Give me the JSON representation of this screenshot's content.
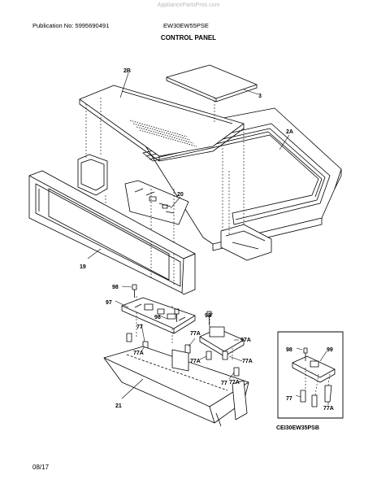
{
  "watermark": "AppliancePartsPros.com",
  "header": {
    "publication": "Publication No: 5995690491",
    "model": "EW30EW55PSE",
    "title": "CONTROL PANEL"
  },
  "callouts": {
    "part_2b": "2B",
    "part_3": "3",
    "part_2a": "2A",
    "part_20": "20",
    "part_19": "19",
    "part_98_a": "98",
    "part_97": "97",
    "part_98_b": "98",
    "part_98_c": "98",
    "part_77_a": "77",
    "part_77a_a": "77A",
    "part_77a_b": "77A",
    "part_97a": "97A",
    "part_77a_c": "77A",
    "part_77a_d": "77A",
    "part_77a_e": "77A",
    "part_77_b": "77",
    "part_21": "21",
    "inset_98": "98",
    "inset_99": "99",
    "inset_77": "77",
    "inset_77a": "77A"
  },
  "inset_code": "CEI30EW35PSB",
  "footer_date": "08/17"
}
